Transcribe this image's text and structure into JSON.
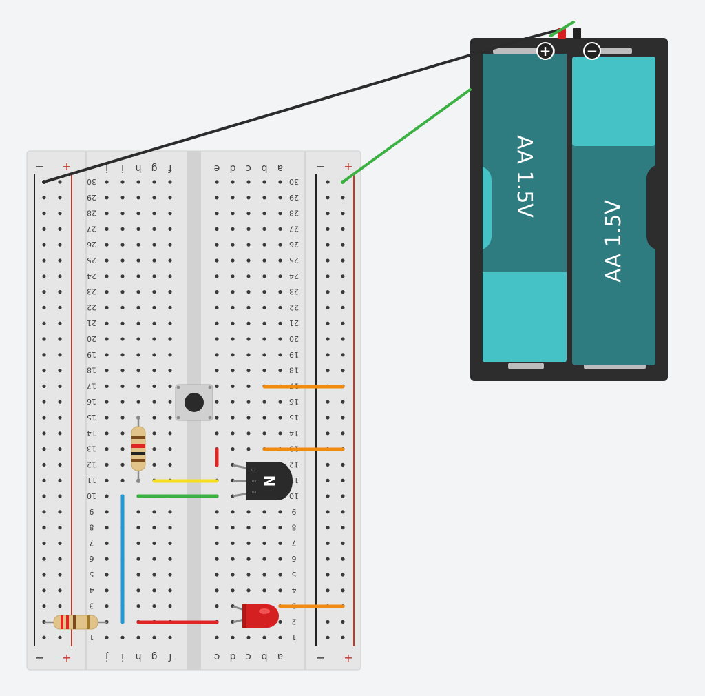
{
  "colors": {
    "canvas": "#f3f4f6",
    "breadboard": "#e6e6e6",
    "rail_negative": "#222222",
    "rail_positive": "#c0392b",
    "hole": "#3a3a3a",
    "battery_case": "#2d2d2d",
    "battery_cell": "#2f7c80",
    "battery_end": "#45c2c5",
    "wire_black": "#2b2b2b",
    "wire_green": "#3cb043",
    "wire_orange": "#f08a10",
    "wire_yellow": "#f4e01a",
    "wire_red": "#e02525",
    "wire_blue": "#1f9ad6",
    "led": "#d42020",
    "transistor": "#2a2a2a",
    "resistor_body": "#e2c48a"
  },
  "breadboard": {
    "rail_labels": {
      "minus": "−",
      "plus": "+"
    },
    "left_columns": [
      "f",
      "g",
      "h",
      "i",
      "j"
    ],
    "right_columns": [
      "a",
      "b",
      "c",
      "d",
      "e"
    ],
    "rows": [
      "30",
      "29",
      "28",
      "27",
      "26",
      "25",
      "24",
      "23",
      "22",
      "21",
      "20",
      "19",
      "18",
      "17",
      "16",
      "15",
      "14",
      "13",
      "12",
      "11",
      "10",
      "9",
      "8",
      "7",
      "6",
      "5",
      "4",
      "3",
      "2",
      "1"
    ]
  },
  "battery": {
    "plus_symbol": "+",
    "minus_symbol": "−",
    "cells": [
      {
        "label": "AA 1.5V"
      },
      {
        "label": "AA 1.5V"
      }
    ]
  },
  "transistor": {
    "type_label": "N",
    "pin_labels": [
      "C",
      "B",
      "E"
    ]
  }
}
